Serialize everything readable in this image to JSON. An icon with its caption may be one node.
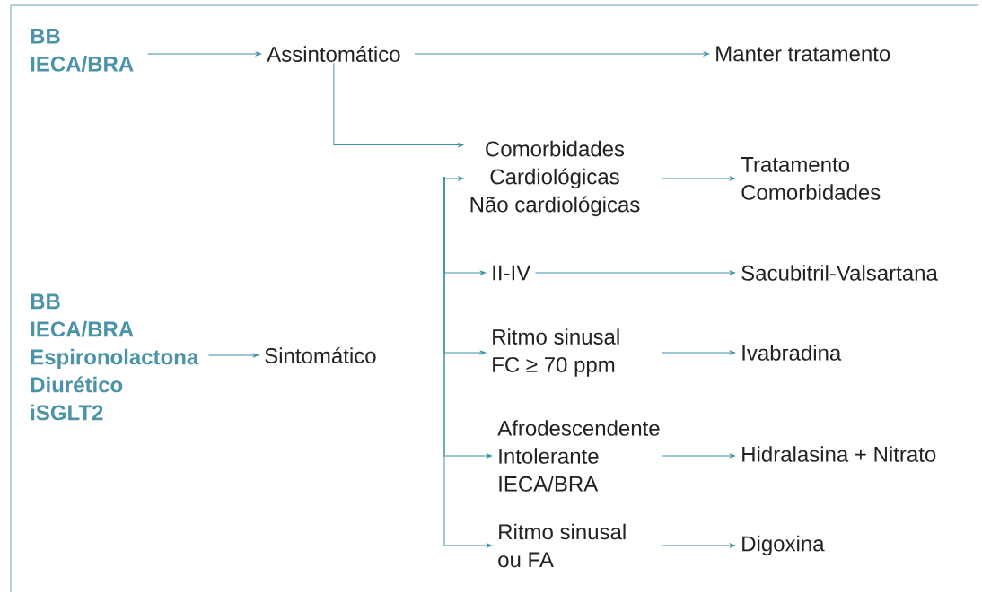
{
  "diagram": {
    "nodes": [
      {
        "text": [
          "BB",
          "IECA/BRA"
        ]
      },
      {
        "text": [
          "Assintomático"
        ]
      },
      {
        "text": [
          "Manter tratamento"
        ]
      },
      {
        "text": [
          "Comorbidades",
          "Cardiológicas",
          "Não cardiológicas"
        ]
      },
      {
        "text": [
          "Tratamento",
          "Comorbidades"
        ]
      },
      {
        "text": [
          "II-IV"
        ]
      },
      {
        "text": [
          "Sacubitril-Valsartana"
        ]
      },
      {
        "text": [
          "Ritmo sinusal",
          "FC ≥ 70 ppm"
        ]
      },
      {
        "text": [
          "Ivabradina"
        ]
      },
      {
        "text": [
          "Afrodescendente",
          "Intolerante",
          "IECA/BRA"
        ]
      },
      {
        "text": [
          "Hidralasina + Nitrato"
        ]
      },
      {
        "text": [
          "Ritmo sinusal",
          "ou FA"
        ]
      },
      {
        "text": [
          "Digoxina"
        ]
      },
      {
        "text": [
          "BB",
          "IECA/BRA",
          "Espironolactona",
          "Diurético",
          "iSGLT2"
        ]
      },
      {
        "text": [
          "Sintomático"
        ]
      }
    ],
    "edges": [
      {
        "from": 0,
        "to": 1,
        "arrow": "to"
      },
      {
        "from": 1,
        "to": 2,
        "arrow": "to"
      },
      {
        "from": 1,
        "to": 3,
        "arrow": "to"
      },
      {
        "from": 13,
        "to": 14,
        "arrow": "to"
      },
      {
        "from": null,
        "to": 3,
        "arrow": "to"
      },
      {
        "from": null,
        "to": 5,
        "arrow": "to"
      },
      {
        "from": null,
        "to": 7,
        "arrow": "to"
      },
      {
        "from": null,
        "to": 9,
        "arrow": "to"
      },
      {
        "from": null,
        "to": 11,
        "arrow": "to"
      },
      {
        "from": 3,
        "to": 4,
        "arrow": "to"
      },
      {
        "from": 5,
        "to": 6,
        "arrow": "to"
      },
      {
        "from": 7,
        "to": 8,
        "arrow": "to"
      },
      {
        "from": 9,
        "to": 10,
        "arrow": "to"
      },
      {
        "from": 11,
        "to": 12,
        "arrow": "to"
      }
    ]
  }
}
